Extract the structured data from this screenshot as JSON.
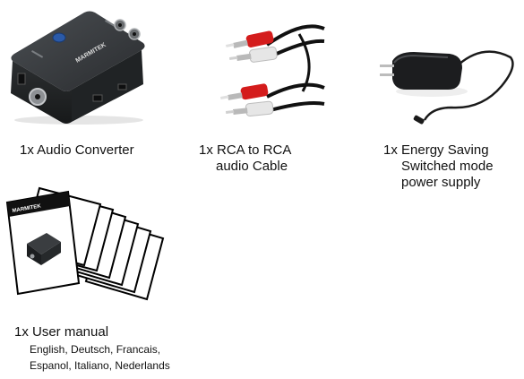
{
  "items": [
    {
      "name": "audio-converter",
      "caption_lines": [
        "1x Audio Converter"
      ],
      "brand_label": "MARMITEK"
    },
    {
      "name": "rca-cable",
      "caption_lines": [
        "1x RCA to RCA",
        "audio Cable"
      ]
    },
    {
      "name": "power-supply",
      "caption_lines": [
        "1x Energy Saving",
        "Switched mode",
        "power supply"
      ]
    },
    {
      "name": "user-manual",
      "caption_lines": [
        "1x User manual"
      ],
      "languages": [
        "English, Deutsch, Francais,",
        "Espanol, Italiano, Nederlands"
      ],
      "brand_label": "MARMITEK"
    }
  ],
  "colors": {
    "device_body": "#2e3134",
    "cable_red": "#d41c1c",
    "cable_white": "#e6e6e6",
    "cable_black": "#111111",
    "text": "#111111"
  }
}
